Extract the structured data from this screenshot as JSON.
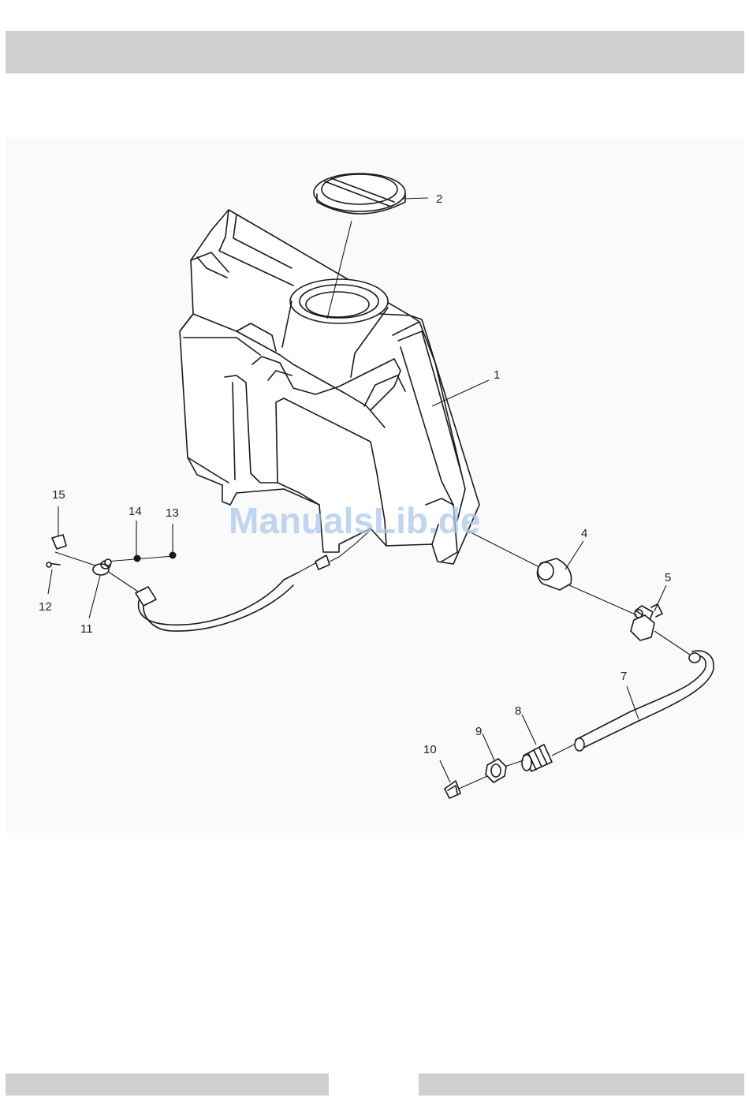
{
  "watermark": "ManualsLib.de",
  "callouts": {
    "c1": "1",
    "c2": "2",
    "c4": "4",
    "c5": "5",
    "c7": "7",
    "c8": "8",
    "c9": "9",
    "c10": "10",
    "c11": "11",
    "c12": "12",
    "c13": "13",
    "c14": "14",
    "c15": "15"
  }
}
